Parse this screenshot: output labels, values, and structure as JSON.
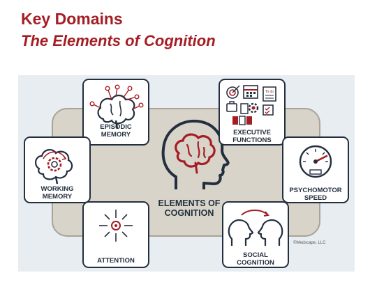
{
  "header": {
    "title": "Key Domains",
    "subtitle": "The Elements of Cognition"
  },
  "center": {
    "label": "ELEMENTS OF\nCOGNITION"
  },
  "domains": [
    {
      "label": "EPISODIC\nMEMORY"
    },
    {
      "label": "EXECUTIVE\nFUNCTIONS"
    },
    {
      "label": "WORKING\nMEMORY"
    },
    {
      "label": "PSYCHOMOTOR\nSPEED"
    },
    {
      "label": "ATTENTION"
    },
    {
      "label": "SOCIAL\nCOGNITION"
    }
  ],
  "executive_icon_text": "To do",
  "credit": "©Medscape, LLC",
  "colors": {
    "accent": "#a51d24",
    "dark": "#232f3e",
    "band": "#d8d4ca",
    "panel": "#e8edf2"
  }
}
